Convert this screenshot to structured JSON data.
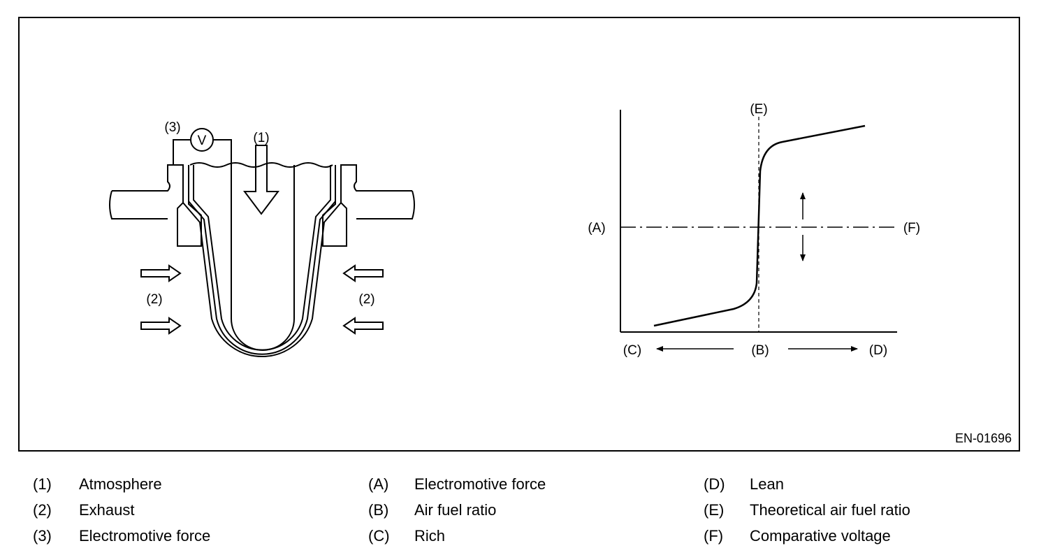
{
  "figure": {
    "code": "EN-01696",
    "sensor_labels": {
      "atmosphere": "(1)",
      "exhaust_left": "(2)",
      "exhaust_right": "(2)",
      "emf": "(3)",
      "voltmeter": "V"
    },
    "graph_labels": {
      "y_axis": "(A)",
      "comparative": "(F)",
      "theoretical": "(E)",
      "rich": "(C)",
      "air_fuel": "(B)",
      "lean": "(D)"
    }
  },
  "legend": {
    "col1": [
      {
        "key": "(1)",
        "value": "Atmosphere"
      },
      {
        "key": "(2)",
        "value": "Exhaust"
      },
      {
        "key": "(3)",
        "value": "Electromotive force"
      }
    ],
    "col2": [
      {
        "key": "(A)",
        "value": "Electromotive force"
      },
      {
        "key": "(B)",
        "value": "Air fuel ratio"
      },
      {
        "key": "(C)",
        "value": "Rich"
      }
    ],
    "col3": [
      {
        "key": "(D)",
        "value": "Lean"
      },
      {
        "key": "(E)",
        "value": "Theoretical air fuel ratio"
      },
      {
        "key": "(F)",
        "value": "Comparative voltage"
      }
    ]
  }
}
